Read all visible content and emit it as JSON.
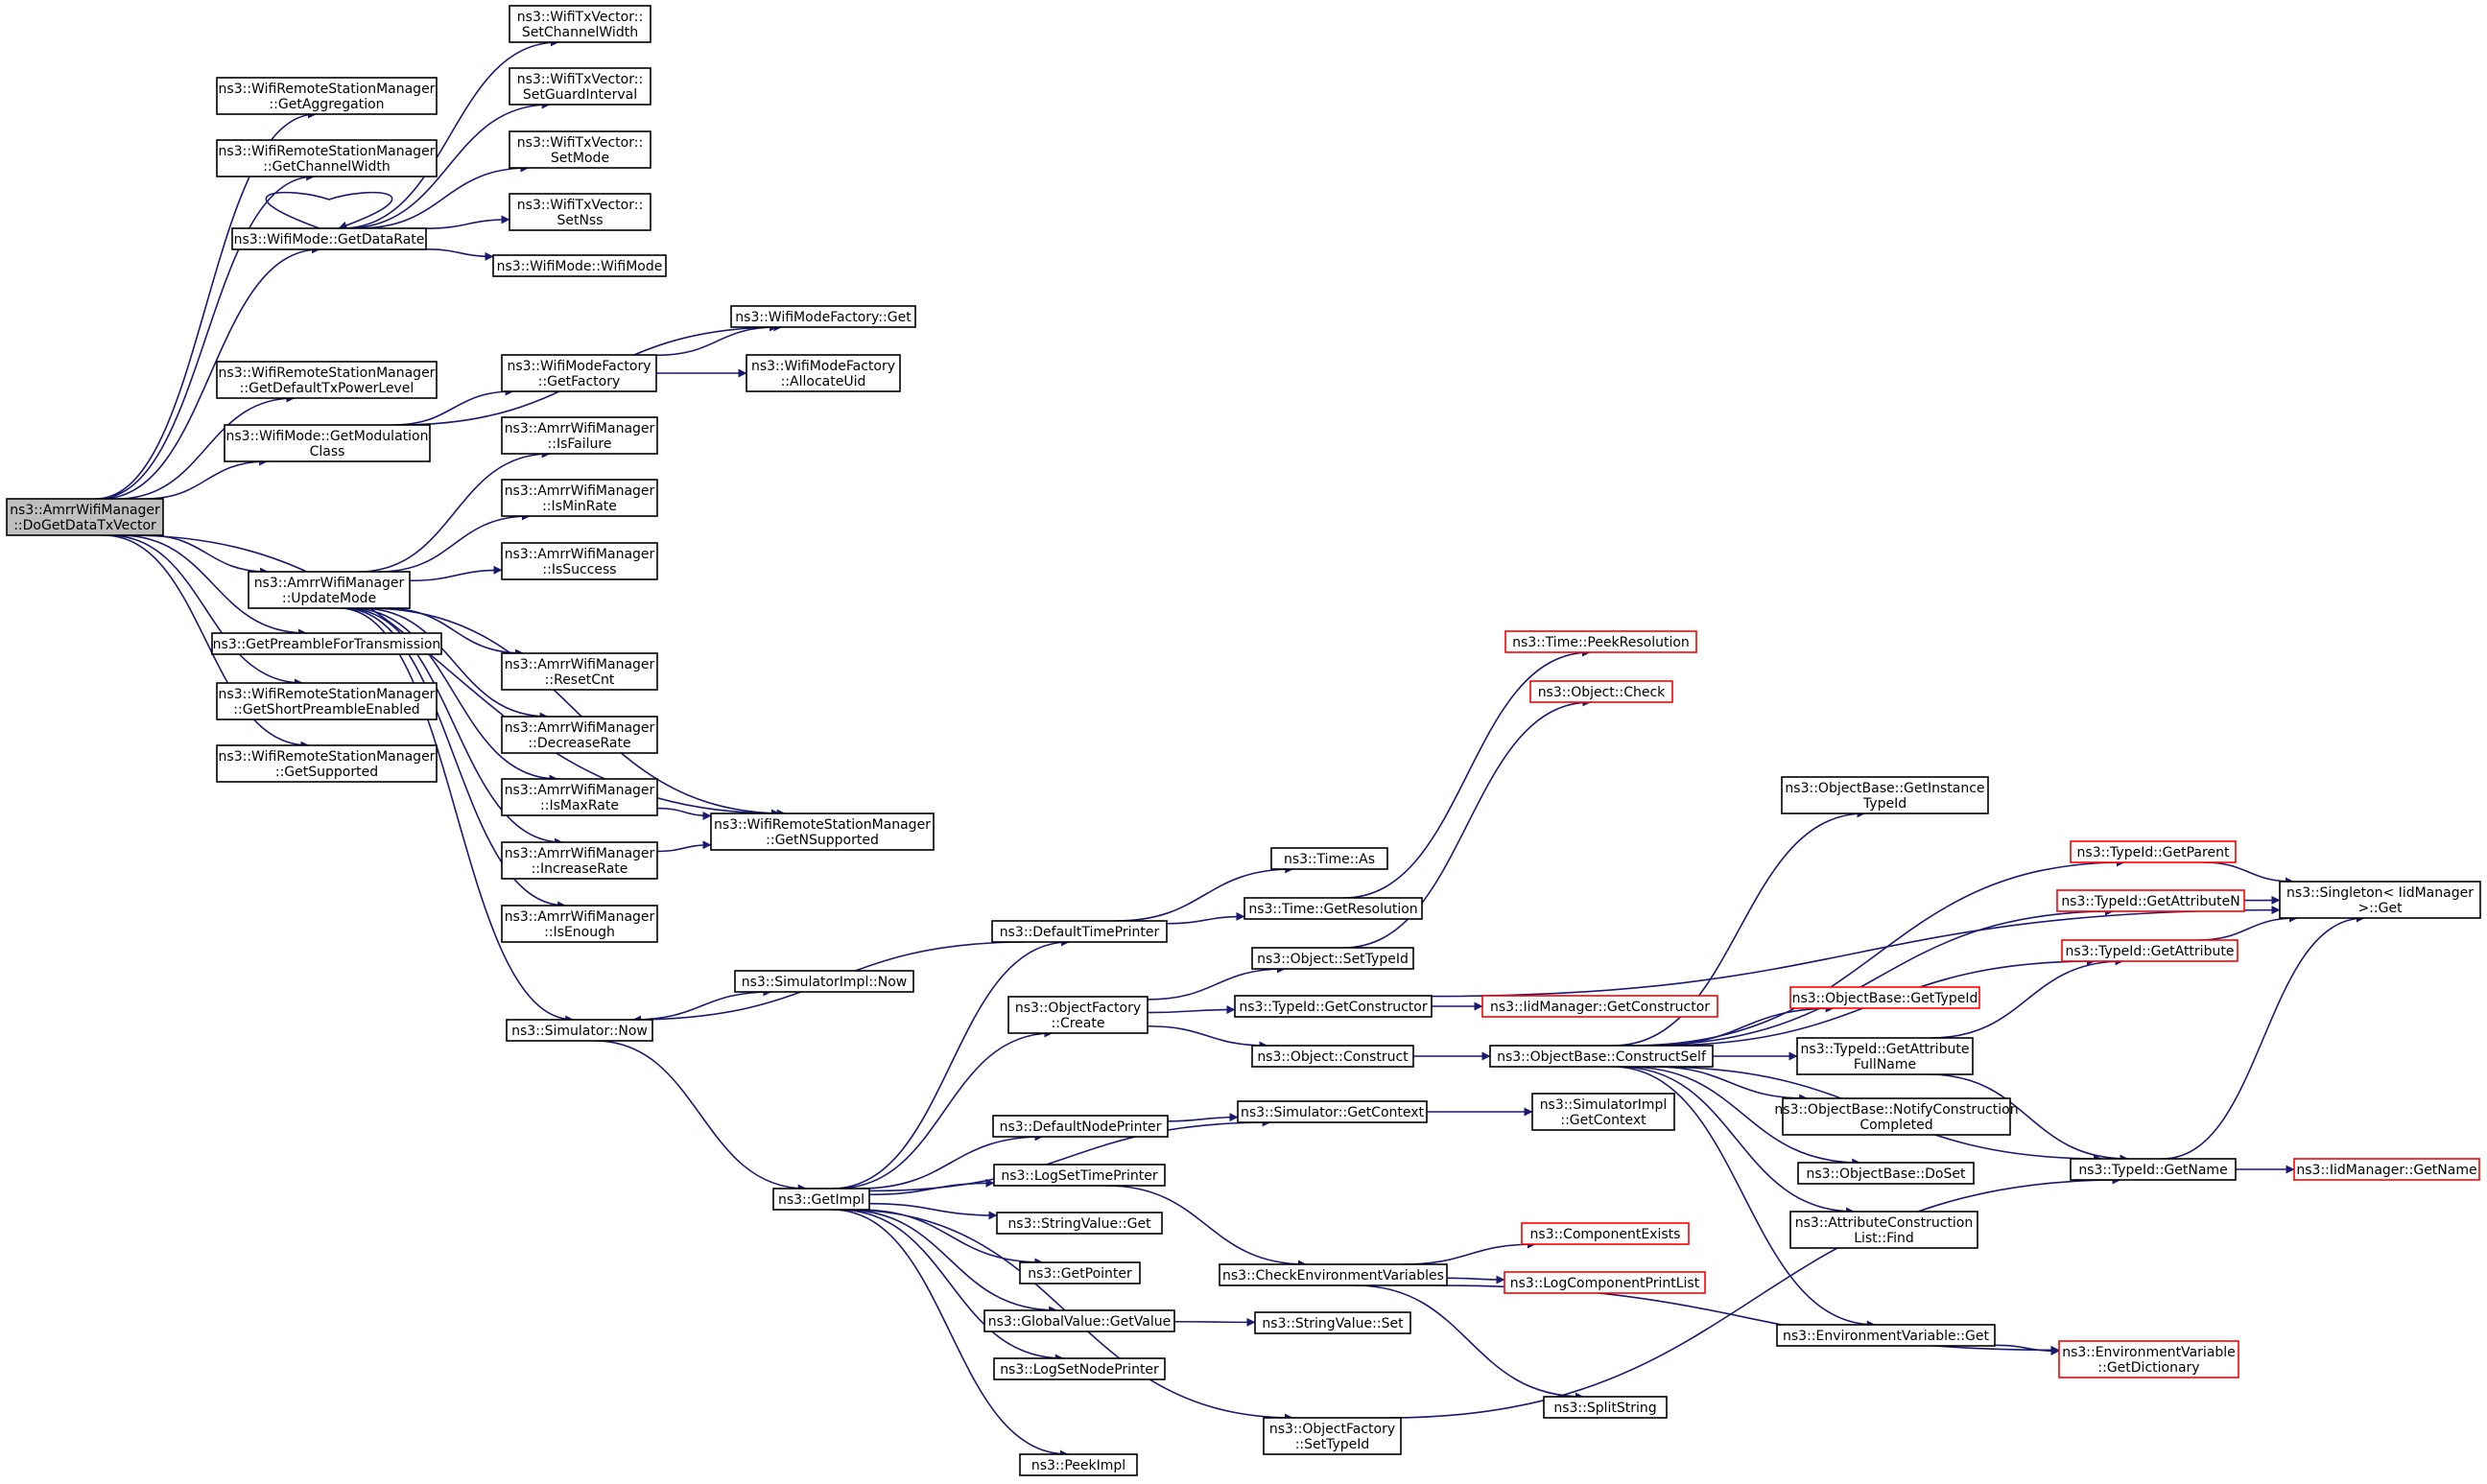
{
  "colors": {
    "edge": "#191970",
    "node_border": "#000000",
    "truncated_node_border": "#ff0000",
    "root_fill": "#bfbfbf",
    "node_fill": "#ffffff",
    "background": "#ffffff"
  },
  "nodes": {
    "root": {
      "lines": [
        "ns3::AmrrWifiManager",
        "::DoGetDataTxVector"
      ]
    },
    "getAggregation": {
      "lines": [
        "ns3::WifiRemoteStationManager",
        "::GetAggregation"
      ]
    },
    "getChannelWidth": {
      "lines": [
        "ns3::WifiRemoteStationManager",
        "::GetChannelWidth"
      ]
    },
    "getDataRate": {
      "lines": [
        "ns3::WifiMode::GetDataRate"
      ]
    },
    "getDefaultTxPowerLevel": {
      "lines": [
        "ns3::WifiRemoteStationManager",
        "::GetDefaultTxPowerLevel"
      ]
    },
    "getModulationClass": {
      "lines": [
        "ns3::WifiMode::GetModulation",
        "Class"
      ]
    },
    "updateMode": {
      "lines": [
        "ns3::AmrrWifiManager",
        "::UpdateMode"
      ]
    },
    "getPreambleForTransmission": {
      "lines": [
        "ns3::GetPreambleForTransmission"
      ]
    },
    "getShortPreambleEnabled": {
      "lines": [
        "ns3::WifiRemoteStationManager",
        "::GetShortPreambleEnabled"
      ]
    },
    "getSupported": {
      "lines": [
        "ns3::WifiRemoteStationManager",
        "::GetSupported"
      ]
    },
    "setChannelWidth": {
      "lines": [
        "ns3::WifiTxVector::",
        "SetChannelWidth"
      ]
    },
    "setGuardInterval": {
      "lines": [
        "ns3::WifiTxVector::",
        "SetGuardInterval"
      ]
    },
    "setMode": {
      "lines": [
        "ns3::WifiTxVector::",
        "SetMode"
      ]
    },
    "setNss": {
      "lines": [
        "ns3::WifiTxVector::",
        "SetNss"
      ]
    },
    "wifiModeCtor": {
      "lines": [
        "ns3::WifiMode::WifiMode"
      ]
    },
    "wifiModeFactoryGet": {
      "lines": [
        "ns3::WifiModeFactory::Get"
      ]
    },
    "getFactory": {
      "lines": [
        "ns3::WifiModeFactory",
        "::GetFactory"
      ]
    },
    "allocateUid": {
      "lines": [
        "ns3::WifiModeFactory",
        "::AllocateUid"
      ]
    },
    "isFailure": {
      "lines": [
        "ns3::AmrrWifiManager",
        "::IsFailure"
      ]
    },
    "isMinRate": {
      "lines": [
        "ns3::AmrrWifiManager",
        "::IsMinRate"
      ]
    },
    "isSuccess": {
      "lines": [
        "ns3::AmrrWifiManager",
        "::IsSuccess"
      ]
    },
    "resetCnt": {
      "lines": [
        "ns3::AmrrWifiManager",
        "::ResetCnt"
      ]
    },
    "decreaseRate": {
      "lines": [
        "ns3::AmrrWifiManager",
        "::DecreaseRate"
      ]
    },
    "isMaxRate": {
      "lines": [
        "ns3::AmrrWifiManager",
        "::IsMaxRate"
      ]
    },
    "increaseRate": {
      "lines": [
        "ns3::AmrrWifiManager",
        "::IncreaseRate"
      ]
    },
    "isEnough": {
      "lines": [
        "ns3::AmrrWifiManager",
        "::IsEnough"
      ]
    },
    "getNSupported": {
      "lines": [
        "ns3::WifiRemoteStationManager",
        "::GetNSupported"
      ]
    },
    "simulatorNow": {
      "lines": [
        "ns3::Simulator::Now"
      ]
    },
    "simulatorImplNow": {
      "lines": [
        "ns3::SimulatorImpl::Now"
      ]
    },
    "getImpl": {
      "lines": [
        "ns3::GetImpl"
      ]
    },
    "defaultTimePrinter": {
      "lines": [
        "ns3::DefaultTimePrinter"
      ]
    },
    "objectFactoryCreate": {
      "lines": [
        "ns3::ObjectFactory",
        "::Create"
      ]
    },
    "defaultNodePrinter": {
      "lines": [
        "ns3::DefaultNodePrinter"
      ]
    },
    "logSetTimePrinter": {
      "lines": [
        "ns3::LogSetTimePrinter"
      ]
    },
    "stringValueGet": {
      "lines": [
        "ns3::StringValue::Get"
      ]
    },
    "getPointer": {
      "lines": [
        "ns3::GetPointer"
      ]
    },
    "globalValueGetValue": {
      "lines": [
        "ns3::GlobalValue::GetValue"
      ]
    },
    "logSetNodePrinter": {
      "lines": [
        "ns3::LogSetNodePrinter"
      ]
    },
    "peekImpl": {
      "lines": [
        "ns3::PeekImpl"
      ]
    },
    "timeAs": {
      "lines": [
        "ns3::Time::As"
      ]
    },
    "timeGetResolution": {
      "lines": [
        "ns3::Time::GetResolution"
      ]
    },
    "timePeekResolution": {
      "lines": [
        "ns3::Time::PeekResolution"
      ],
      "truncated": true
    },
    "objectCheck": {
      "lines": [
        "ns3::Object::Check"
      ],
      "truncated": true
    },
    "objectSetTypeId": {
      "lines": [
        "ns3::Object::SetTypeId"
      ]
    },
    "typeIdGetConstructor": {
      "lines": [
        "ns3::TypeId::GetConstructor"
      ]
    },
    "objectConstruct": {
      "lines": [
        "ns3::Object::Construct"
      ]
    },
    "iidManagerGetConstructor": {
      "lines": [
        "ns3::IidManager::GetConstructor"
      ],
      "truncated": true
    },
    "simulatorGetContext": {
      "lines": [
        "ns3::Simulator::GetContext"
      ]
    },
    "simulatorImplGetContext": {
      "lines": [
        "ns3::SimulatorImpl",
        "::GetContext"
      ]
    },
    "checkEnvironmentVariables": {
      "lines": [
        "ns3::CheckEnvironmentVariables"
      ]
    },
    "stringValueSet": {
      "lines": [
        "ns3::StringValue::Set"
      ]
    },
    "objectFactorySetTypeId": {
      "lines": [
        "ns3::ObjectFactory",
        "::SetTypeId"
      ]
    },
    "componentExists": {
      "lines": [
        "ns3::ComponentExists"
      ],
      "truncated": true
    },
    "logComponentPrintList": {
      "lines": [
        "ns3::LogComponentPrintList"
      ],
      "truncated": true
    },
    "splitString": {
      "lines": [
        "ns3::SplitString"
      ]
    },
    "constructSelf": {
      "lines": [
        "ns3::ObjectBase::ConstructSelf"
      ]
    },
    "getInstanceTypeId": {
      "lines": [
        "ns3::ObjectBase::GetInstance",
        "TypeId"
      ]
    },
    "objectBaseGetTypeId": {
      "lines": [
        "ns3::ObjectBase::GetTypeId"
      ],
      "truncated": true
    },
    "getAttributeFullName": {
      "lines": [
        "ns3::TypeId::GetAttribute",
        "FullName"
      ]
    },
    "notifyConstructionCompleted": {
      "lines": [
        "ns3::ObjectBase::NotifyConstruction",
        "Completed"
      ]
    },
    "doSet": {
      "lines": [
        "ns3::ObjectBase::DoSet"
      ]
    },
    "attributeConstructionListFind": {
      "lines": [
        "ns3::AttributeConstruction",
        "List::Find"
      ]
    },
    "environmentVariableGet": {
      "lines": [
        "ns3::EnvironmentVariable::Get"
      ]
    },
    "typeIdGetParent": {
      "lines": [
        "ns3::TypeId::GetParent"
      ],
      "truncated": true
    },
    "typeIdGetAttributeN": {
      "lines": [
        "ns3::TypeId::GetAttributeN"
      ],
      "truncated": true
    },
    "typeIdGetAttribute": {
      "lines": [
        "ns3::TypeId::GetAttribute"
      ],
      "truncated": true
    },
    "typeIdGetName": {
      "lines": [
        "ns3::TypeId::GetName"
      ]
    },
    "getDictionary": {
      "lines": [
        "ns3::EnvironmentVariable",
        "::GetDictionary"
      ],
      "truncated": true
    },
    "singletonGet": {
      "lines": [
        "ns3::Singleton< IidManager",
        " >::Get"
      ]
    },
    "iidManagerGetName": {
      "lines": [
        "ns3::IidManager::GetName"
      ],
      "truncated": true
    }
  },
  "edges": [
    [
      "root",
      "getAggregation"
    ],
    [
      "root",
      "getChannelWidth"
    ],
    [
      "root",
      "getDataRate"
    ],
    [
      "root",
      "getDefaultTxPowerLevel"
    ],
    [
      "root",
      "getModulationClass"
    ],
    [
      "root",
      "updateMode"
    ],
    [
      "root",
      "getPreambleForTransmission"
    ],
    [
      "root",
      "getShortPreambleEnabled"
    ],
    [
      "root",
      "getSupported"
    ],
    [
      "root",
      "getNSupported"
    ],
    [
      "getDataRate",
      "getDataRate"
    ],
    [
      "getDataRate",
      "setChannelWidth"
    ],
    [
      "getDataRate",
      "setGuardInterval"
    ],
    [
      "getDataRate",
      "setMode"
    ],
    [
      "getDataRate",
      "setNss"
    ],
    [
      "getDataRate",
      "wifiModeCtor"
    ],
    [
      "getModulationClass",
      "wifiModeFactoryGet"
    ],
    [
      "getModulationClass",
      "getFactory"
    ],
    [
      "getFactory",
      "wifiModeFactoryGet"
    ],
    [
      "getFactory",
      "allocateUid"
    ],
    [
      "updateMode",
      "isFailure"
    ],
    [
      "updateMode",
      "isMinRate"
    ],
    [
      "updateMode",
      "isSuccess"
    ],
    [
      "updateMode",
      "getNSupported"
    ],
    [
      "updateMode",
      "resetCnt"
    ],
    [
      "updateMode",
      "decreaseRate"
    ],
    [
      "updateMode",
      "isMaxRate"
    ],
    [
      "updateMode",
      "increaseRate"
    ],
    [
      "updateMode",
      "isEnough"
    ],
    [
      "updateMode",
      "simulatorNow"
    ],
    [
      "isMaxRate",
      "getNSupported"
    ],
    [
      "increaseRate",
      "getNSupported"
    ],
    [
      "simulatorNow",
      "simulatorImplNow"
    ],
    [
      "simulatorNow",
      "getImpl"
    ],
    [
      "getImpl",
      "defaultTimePrinter"
    ],
    [
      "getImpl",
      "objectFactoryCreate"
    ],
    [
      "getImpl",
      "defaultNodePrinter"
    ],
    [
      "getImpl",
      "logSetTimePrinter"
    ],
    [
      "getImpl",
      "stringValueGet"
    ],
    [
      "getImpl",
      "getPointer"
    ],
    [
      "getImpl",
      "globalValueGetValue"
    ],
    [
      "getImpl",
      "logSetNodePrinter"
    ],
    [
      "getImpl",
      "peekImpl"
    ],
    [
      "getImpl",
      "objectFactorySetTypeId"
    ],
    [
      "getImpl",
      "simulatorGetContext"
    ],
    [
      "defaultTimePrinter",
      "simulatorNow"
    ],
    [
      "defaultTimePrinter",
      "timeAs"
    ],
    [
      "defaultTimePrinter",
      "timeGetResolution"
    ],
    [
      "timeGetResolution",
      "timePeekResolution"
    ],
    [
      "objectFactoryCreate",
      "objectSetTypeId"
    ],
    [
      "objectFactoryCreate",
      "typeIdGetConstructor"
    ],
    [
      "objectFactoryCreate",
      "objectConstruct"
    ],
    [
      "objectSetTypeId",
      "objectCheck"
    ],
    [
      "typeIdGetConstructor",
      "iidManagerGetConstructor"
    ],
    [
      "typeIdGetConstructor",
      "singletonGet"
    ],
    [
      "objectConstruct",
      "constructSelf"
    ],
    [
      "defaultNodePrinter",
      "simulatorGetContext"
    ],
    [
      "simulatorGetContext",
      "simulatorImplGetContext"
    ],
    [
      "logSetTimePrinter",
      "checkEnvironmentVariables"
    ],
    [
      "globalValueGetValue",
      "stringValueSet"
    ],
    [
      "checkEnvironmentVariables",
      "componentExists"
    ],
    [
      "checkEnvironmentVariables",
      "logComponentPrintList"
    ],
    [
      "checkEnvironmentVariables",
      "splitString"
    ],
    [
      "checkEnvironmentVariables",
      "getDictionary"
    ],
    [
      "objectFactorySetTypeId",
      "typeIdGetName"
    ],
    [
      "constructSelf",
      "getInstanceTypeId"
    ],
    [
      "constructSelf",
      "typeIdGetParent"
    ],
    [
      "constructSelf",
      "typeIdGetAttributeN"
    ],
    [
      "constructSelf",
      "typeIdGetAttribute"
    ],
    [
      "constructSelf",
      "objectBaseGetTypeId"
    ],
    [
      "constructSelf",
      "getAttributeFullName"
    ],
    [
      "constructSelf",
      "notifyConstructionCompleted"
    ],
    [
      "constructSelf",
      "doSet"
    ],
    [
      "constructSelf",
      "attributeConstructionListFind"
    ],
    [
      "constructSelf",
      "environmentVariableGet"
    ],
    [
      "constructSelf",
      "typeIdGetName"
    ],
    [
      "getAttributeFullName",
      "typeIdGetAttribute"
    ],
    [
      "getAttributeFullName",
      "typeIdGetName"
    ],
    [
      "environmentVariableGet",
      "getDictionary"
    ],
    [
      "typeIdGetParent",
      "singletonGet"
    ],
    [
      "typeIdGetAttributeN",
      "singletonGet"
    ],
    [
      "typeIdGetAttribute",
      "singletonGet"
    ],
    [
      "typeIdGetName",
      "singletonGet"
    ],
    [
      "typeIdGetName",
      "iidManagerGetName"
    ]
  ]
}
